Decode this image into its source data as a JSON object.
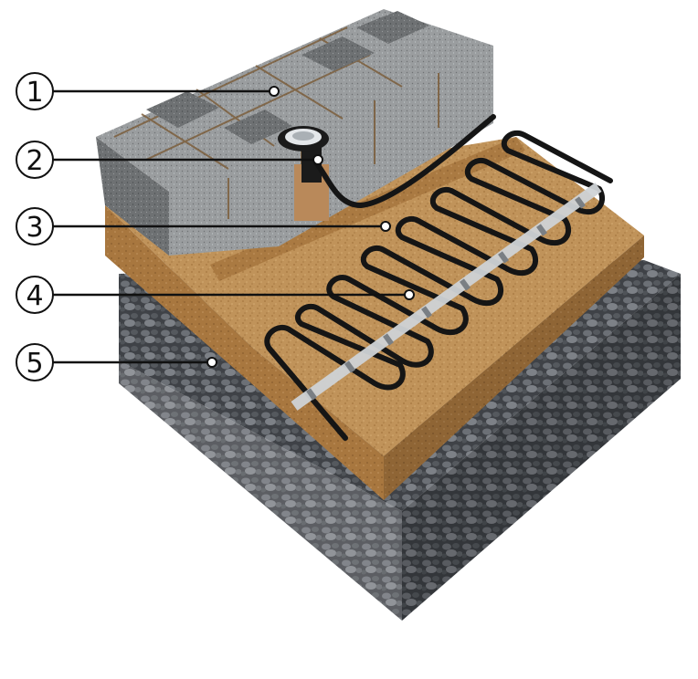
{
  "diagram": {
    "type": "layered-cross-section",
    "layers": [
      {
        "id": "paving-stones",
        "color": "#8f9293"
      },
      {
        "id": "heating-sensor",
        "color": "#d9dcdf"
      },
      {
        "id": "sand-bed",
        "color": "#b98a52"
      },
      {
        "id": "heating-cable",
        "color": "#151515"
      },
      {
        "id": "gravel-base",
        "color": "#4a4d52"
      }
    ],
    "callouts": [
      {
        "label": "1"
      },
      {
        "label": "2"
      },
      {
        "label": "3"
      },
      {
        "label": "4"
      },
      {
        "label": "5"
      }
    ],
    "colors": {
      "sand": "#b98a52",
      "sand_dark": "#8d6336",
      "gravel": "#4a4d52",
      "gravel_dark": "#2e3034",
      "stone": "#8f9293",
      "stone_dark": "#5d6063",
      "cable": "#151515",
      "tape": "#cfd3d6",
      "callout_line": "#111111"
    }
  }
}
